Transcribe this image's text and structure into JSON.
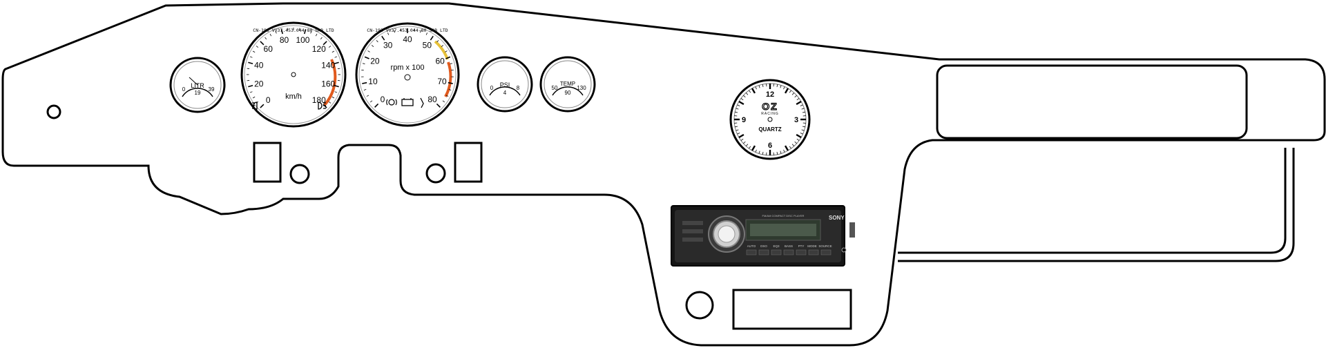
{
  "colors": {
    "outline": "#000000",
    "background": "#ffffff",
    "gauge_red_zone": "#e05a1e",
    "gauge_yellow_zone": "#e8c23a",
    "radio_body": "#151515",
    "radio_display": "#2f3a2f"
  },
  "gauges": {
    "fuel": {
      "label": "LITR",
      "ticks": [
        "0",
        "19",
        "39"
      ]
    },
    "speedometer": {
      "unit": "km/h",
      "marks": [
        "0",
        "20",
        "40",
        "60",
        "80",
        "100",
        "120",
        "140",
        "160",
        "180"
      ],
      "top_text": "CN-193 VV37.453.044-80 SAB LTD",
      "indicator_icon": "headlight-icon"
    },
    "tachometer": {
      "unit": "rpm x 100",
      "marks": [
        "0",
        "10",
        "20",
        "30",
        "40",
        "50",
        "60",
        "70",
        "80"
      ],
      "top_text": "CN-193 VV37.453.044-80 SAB LTD",
      "indicator_icons": [
        "brake-warning-icon",
        "battery-icon"
      ]
    },
    "oil_pressure": {
      "label": "PSI",
      "ticks": [
        "0",
        "4",
        "8"
      ]
    },
    "temperature": {
      "label": "TEMP",
      "ticks": [
        "50",
        "90",
        "130"
      ]
    },
    "clock": {
      "brand": "OZ",
      "subbrand": "RACING",
      "label": "QUARTZ",
      "numerals": [
        "12",
        "3",
        "6",
        "9"
      ]
    }
  },
  "radio": {
    "brand": "SONY",
    "model_text": "FM/AM COMPACT DISC PLAYER",
    "button_labels": [
      "AUTO",
      "DSO",
      "EQ3",
      "BASS",
      "PTY",
      "MODE",
      "SOURCE"
    ],
    "knob_icon": "volume-knob-icon"
  }
}
